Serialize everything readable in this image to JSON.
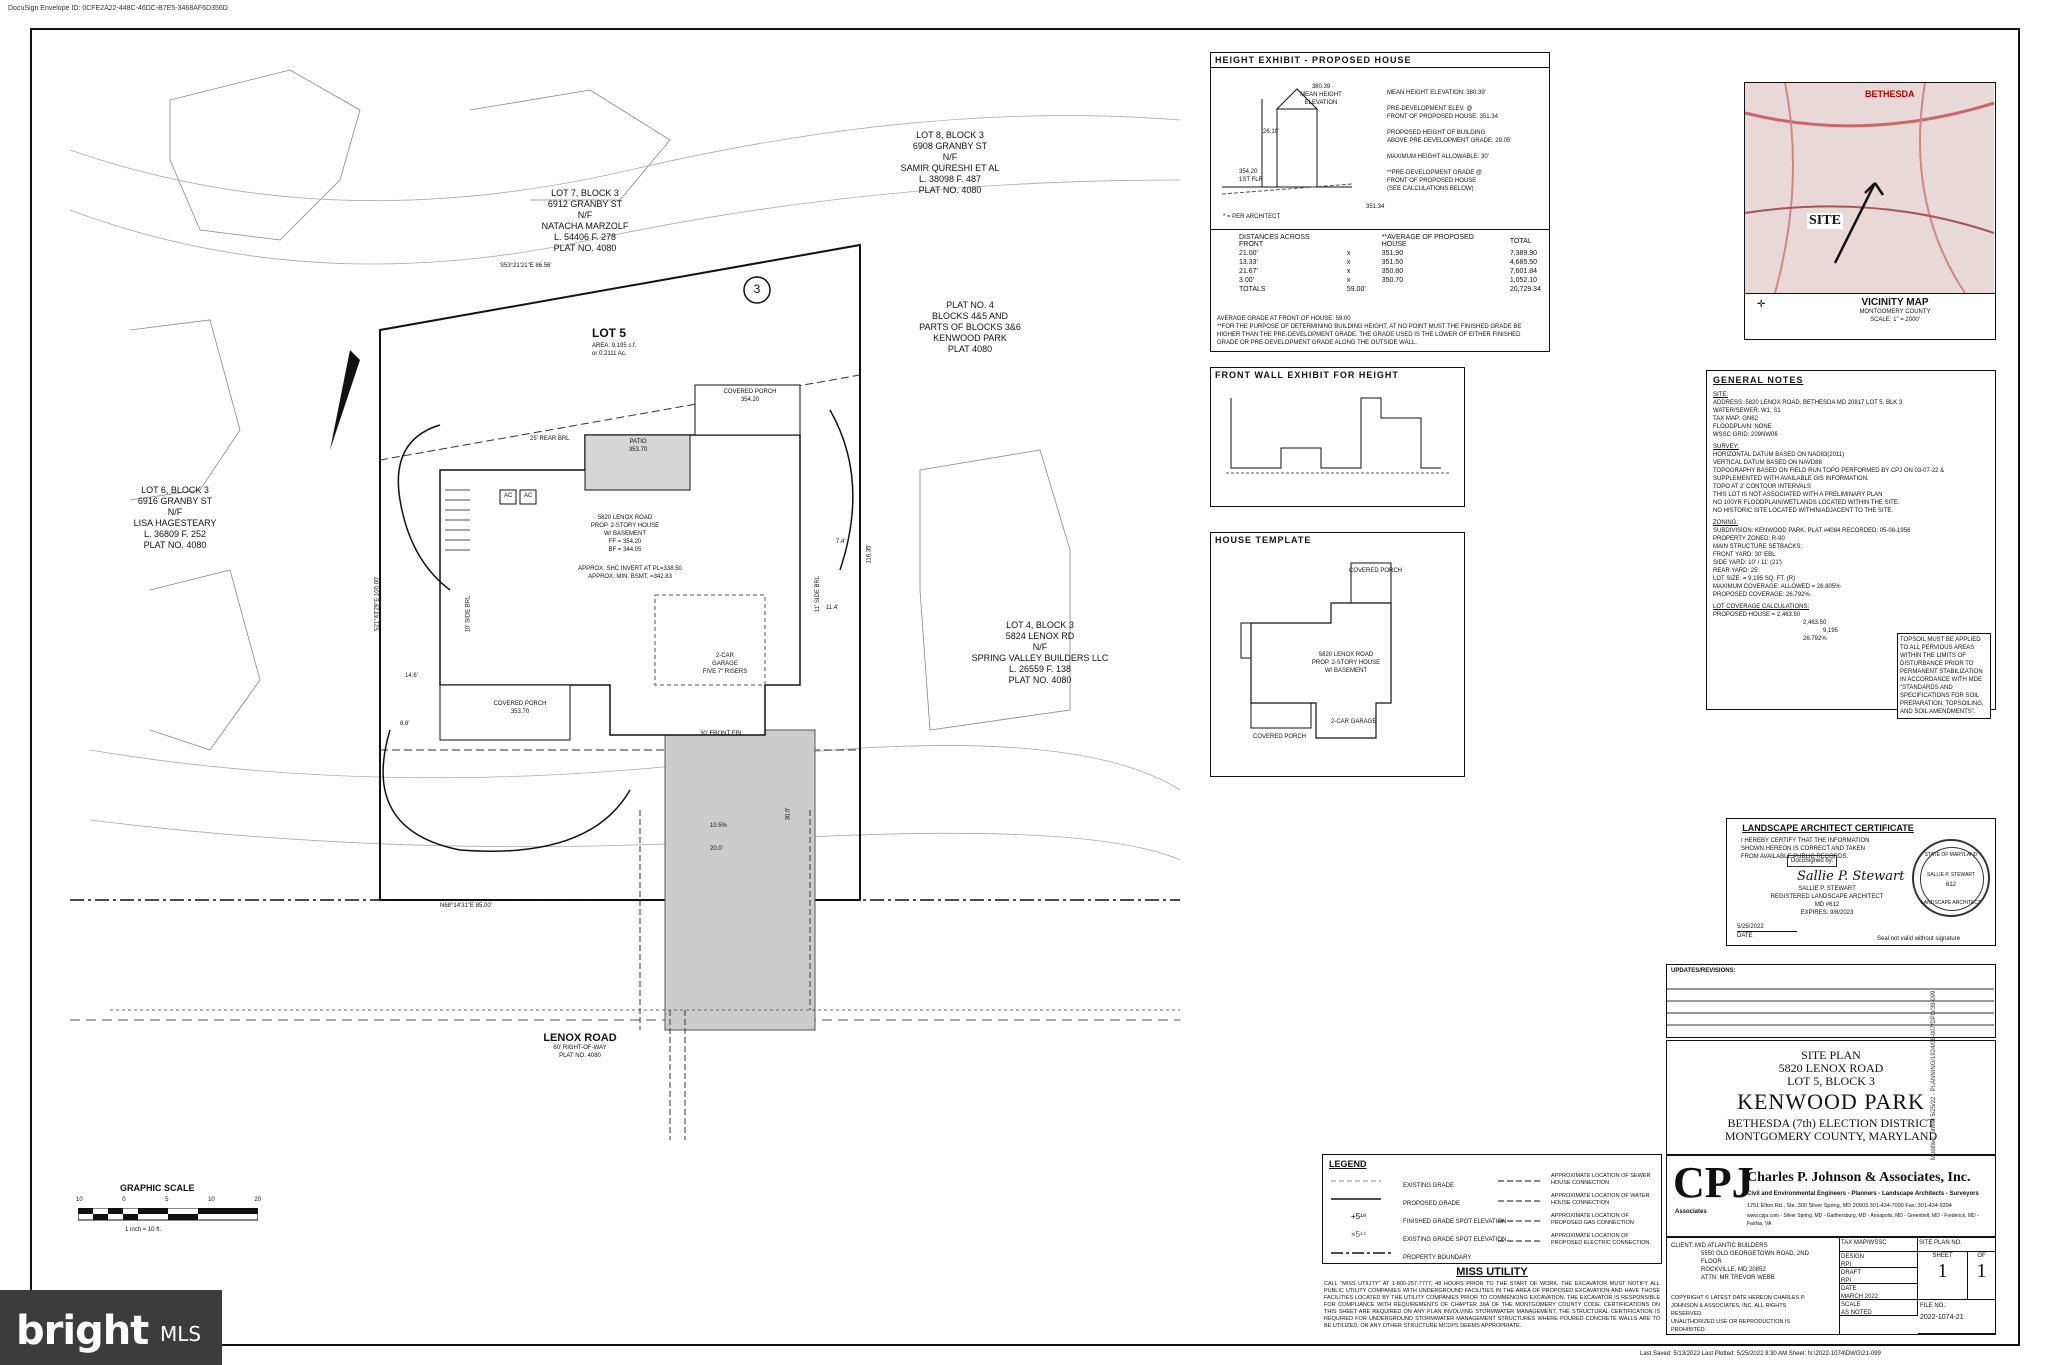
{
  "envelope": "DocuSign Envelope ID: 0CFE2A22-448C-46DC-B7E5-3468AF6D356D",
  "neighbors": {
    "lot8": [
      "LOT 8, BLOCK 3",
      "6908 GRANBY ST",
      "N/F",
      "SAMIR QURESHI ET AL",
      "L. 38098 F. 487",
      "PLAT NO. 4080"
    ],
    "lot7": [
      "LOT 7, BLOCK 3",
      "6912 GRANBY ST",
      "N/F",
      "NATACHA MARZOLF",
      "L. 54406 F. 278",
      "PLAT NO. 4080"
    ],
    "lot6": [
      "LOT 6, BLOCK 3",
      "6916 GRANBY ST",
      "N/F",
      "LISA HAGESTEARY",
      "L. 36809 F. 252",
      "PLAT NO. 4080"
    ],
    "lot4": [
      "LOT 4, BLOCK 3",
      "5824 LENOX RD",
      "N/F",
      "SPRING VALLEY BUILDERS LLC",
      "L. 26559 F. 138",
      "PLAT NO. 4080"
    ],
    "plat": [
      "PLAT NO. 4",
      "BLOCKS 4&5 AND",
      "PARTS OF BLOCKS 3&6",
      "KENWOOD PARK",
      "PLAT 4080"
    ],
    "circle": "3"
  },
  "site": {
    "lot_title": "LOT 5",
    "lot_area": [
      "AREA: 9,195 s.f.",
      "or 0.2111 Ac."
    ],
    "house": [
      "5820 LENOX ROAD",
      "PROP. 2-STORY HOUSE",
      "W/ BASEMENT",
      "FF = 354.20",
      "BF = 344.05"
    ],
    "invert": [
      "APPROX. SHC INVERT AT PL=338.50",
      "APPROX. MIN. BSMT. =342.83"
    ],
    "garage": [
      "2-CAR",
      "GARAGE",
      "FIVE 7\" RISERS"
    ],
    "covered_porch_top": [
      "COVERED PORCH",
      "354.20"
    ],
    "covered_porch_bottom": [
      "COVERED PORCH",
      "353.70"
    ],
    "patio": [
      "PATIO",
      "353.70"
    ],
    "rear_brl": "25' REAR BRL",
    "front_ebl": "30' FRONT EBL",
    "side_brl_left": "10' SIDE BRL",
    "side_brl_right": "11' SIDE BRL",
    "bearing_top": "S53°21'21\"E 86.56'",
    "bearing_bottom": "N68°14'31\"E 85.00'",
    "bearing_left": "S21°43'29\"E 100.00'",
    "dims": [
      "14.6'",
      "8.6'",
      "7.4'",
      "11.4'",
      "20.0'",
      "30.0'",
      "10.5%",
      "116.35'"
    ],
    "road": [
      "LENOX ROAD",
      "60' RIGHT-OF-WAY",
      "PLAT NO. 4080"
    ],
    "ac": "AC"
  },
  "graphic_scale": {
    "title": "GRAPHIC SCALE",
    "ticks": [
      "10",
      "0",
      "5",
      "10",
      "20"
    ],
    "note": "1 inch = 10 ft."
  },
  "height_exhibit": {
    "title": "HEIGHT EXHIBIT - PROPOSED HOUSE",
    "labels": [
      "380.39",
      "MEAN HEIGHT",
      "ELEVATION",
      "26.19'",
      "354.20",
      "1ST FLR",
      "351.34",
      "* = PER ARCHITECT"
    ],
    "notes": [
      "MEAN HEIGHT ELEVATION: 380.39'",
      "PRE-DEVELOPMENT ELEV. @",
      "FRONT OF PROPOSED HOUSE: 351.34",
      "PROPOSED HEIGHT OF BUILDING",
      "ABOVE PRE-DEVELOPMENT GRADE: 29.05'",
      "MAXIMUM HEIGHT ALLOWABLE: 30'",
      "**PRE-DEVELOPMENT GRADE @",
      "FRONT OF PROPOSED HOUSE",
      "(SEE CALCULATIONS BELOW)"
    ],
    "table_headers": [
      "DISTANCES ACROSS FRONT",
      "**AVERAGE OF PROPOSED HOUSE",
      "TOTAL"
    ],
    "rows": [
      [
        "21.00'",
        "x",
        "351.90",
        "7,389.90"
      ],
      [
        "13.33'",
        "x",
        "351.50",
        "4,685.50"
      ],
      [
        "21.67'",
        "x",
        "350.80",
        "7,601.84"
      ],
      [
        "3.00'",
        "x",
        "350.70",
        "1,052.10"
      ]
    ],
    "totals": [
      "TOTALS",
      "59.00'",
      "20,729.34"
    ],
    "average": "AVERAGE GRADE AT FRONT OF HOUSE: 59.00",
    "footnote": "**FOR THE PURPOSE OF DETERMINING BUILDING HEIGHT, AT NO POINT MUST THE FINISHED GRADE BE HIGHER THAN THE PRE-DEVELOPMENT GRADE. THE GRADE USED IS THE LOWER OF EITHER FINISHED GRADE OR PRE-DEVELOPMENT GRADE ALONG THE OUTSIDE WALL."
  },
  "front_wall": {
    "title": "FRONT WALL EXHIBIT FOR HEIGHT"
  },
  "house_template": {
    "title": "HOUSE TEMPLATE",
    "labels": [
      "COVERED PORCH",
      "5820 LENOX ROAD",
      "PROP. 2-STORY HOUSE",
      "W/ BASEMENT",
      "2-CAR GARAGE",
      "COVERED PORCH"
    ]
  },
  "vicinity": {
    "title": "VICINITY MAP",
    "county": "MONTGOMERY COUNTY",
    "scale": "SCALE: 1\" = 2000'",
    "site": "SITE",
    "city": "BETHESDA"
  },
  "general_notes": {
    "title": "GENERAL NOTES",
    "site_h": "SITE:",
    "site": [
      "ADDRESS: 5820 LENOX ROAD, BETHESDA MD 20817  LOT 5, BLK 3",
      "WATER/SEWER: W1, S1",
      "TAX MAP: GN62",
      "FLOODPLAIN: NONE",
      "WSSC GRID: 209NW06"
    ],
    "survey_h": "SURVEY:",
    "survey": [
      "HORIZONTAL DATUM BASED ON NAD83(2011)",
      "VERTICAL DATUM BASED ON NAVD88",
      "TOPOGRAPHY BASED ON FIELD RUN TOPO PERFORMED BY CPJ ON 03-07-22 &",
      "SUPPLEMENTED WITH AVAILABLE GIS INFORMATION.",
      "TOPO AT 2' CONTOUR INTERVALS",
      "THIS LOT IS NOT ASSOCIATED WITH A PRELIMINARY PLAN",
      "NO 100YR FLOODPLAIN/WETLANDS LOCATED WITHIN THE SITE.",
      "NO HISTORIC SITE LOCATED WITHIN/ADJACENT TO THE SITE."
    ],
    "zoning_h": "ZONING:",
    "zoning": [
      "SUBDIVISION: KENWOOD PARK, PLAT #4084 RECORDED: 05-08-1956",
      "PROPERTY ZONED:  R-90",
      "MAIN STRUCTURE SETBACKS:",
      "FRONT YARD:  30' EBL",
      "SIDE YARD:  10' / 11' (21')",
      "REAR YARD:  25'",
      "LOT SIZE:  = 9,195 SQ. FT. (R)",
      "MAXIMUM COVERAGE: ALLOWED = 26.805%",
      "PROPOSED COVERAGE:  26.792%"
    ],
    "coverage_h": "LOT COVERAGE CALCULATIONS:",
    "coverage": [
      "PROPOSED HOUSE  =  2,463.50",
      "2,463.50",
      "9,195",
      "26.792%"
    ],
    "topsoil": "TOPSOIL MUST BE APPLIED TO ALL PERVIOUS AREAS WITHIN THE LIMITS OF DISTURBANCE PRIOR TO PERMANENT STABILIZATION IN ACCORDANCE WITH MDE \"STANDARDS AND SPECIFICATIONS FOR SOIL PREPARATION, TOPSOILING, AND SOIL AMENDMENTS\"."
  },
  "landscape": {
    "title": "LANDSCAPE ARCHITECT CERTIFICATE",
    "lines": [
      "I HEREBY CERTIFY THAT THE INFORMATION",
      "SHOWN HEREON IS CORRECT AND TAKEN",
      "FROM AVAILABLE PUBLIC RECORDS."
    ],
    "docusigned": "DocuSigned by:",
    "name": "SALLIE P. STEWART",
    "reg": "REGISTERED LANDSCAPE ARCHITECT",
    "md": "MD #612",
    "expires": "EXPIRES: 9/8/2023",
    "date": "5/25/2022",
    "date_label": "DATE",
    "seal_note": "Seal not valid without signature",
    "seal": [
      "STATE OF MARYLAND",
      "SALLIE P. STEWART",
      "612",
      "LANDSCAPE ARCHITECT"
    ]
  },
  "updates": {
    "title": "UPDATES/REVISIONS:"
  },
  "title_block": {
    "lines": [
      "SITE PLAN",
      "5820 LENOX ROAD",
      "LOT 5, BLOCK 3"
    ],
    "name": "KENWOOD PARK",
    "district": [
      "BETHESDA (7th) ELECTION DISTRICT",
      "MONTGOMERY COUNTY, MARYLAND"
    ]
  },
  "cpj": {
    "logo": "CPJ",
    "assoc": "Associates",
    "company": "Charles P. Johnson & Associates, Inc.",
    "services": "Civil and Environmental Engineers - Planners - Landscape Architects - Surveyors",
    "address": "1751 Elton Rd., Ste. 300 Silver Spring, MD 20903  301-434-7000  Fax: 301-434-9394",
    "offices": "www.cpja.com - Silver Spring, MD - Gaithersburg, MD - Annapolis, MD - Greenbelt, MD - Frederick, MD - Fairfax, VA"
  },
  "client": {
    "label": "CLIENT:",
    "lines": [
      "MID ATLANTIC BUILDERS",
      "5550 OLD GEORGETOWN ROAD, 2ND FLOOR",
      "ROCKVILLE, MD 20852",
      "ATTN: MR TREVOR WEBB"
    ],
    "copyright": [
      "COPYRIGHT © LATEST DATE HEREON CHARLES P.",
      "JOHNSON & ASSOCIATES, INC. ALL RIGHTS RESERVED.",
      "UNAUTHORIZED USE OR REPRODUCTION IS",
      "PROHIBITED."
    ]
  },
  "sheet_info": {
    "tax_map": "TAX MAP/WSSC",
    "site_plan_no": "SITE PLAN NO.",
    "design": "DESIGN",
    "design_v": "RPI",
    "draft": "DRAFT",
    "draft_v": "RPI",
    "date": "DATE",
    "date_v": "MARCH 2022",
    "scale": "SCALE",
    "scale_v": "AS NOTED",
    "sheet": "SHEET",
    "sheet_v": "1",
    "of": "OF",
    "of_v": "1",
    "file": "FILE NO.:",
    "file_v": "2022-1074-21"
  },
  "legend": {
    "title": "LEGEND",
    "left": [
      "EXISTING GRADE",
      "PROPOSED GRADE",
      "FINISHED GRADE SPOT ELEVATION",
      "EXISTING GRADE SPOT ELEVATION",
      "PROPERTY BOUNDARY"
    ],
    "right": [
      "APPROXIMATE LOCATION OF SEWER HOUSE CONNECTION",
      "APPROXIMATE LOCATION OF WATER HOUSE CONNECTION",
      "APPROXIMATE LOCATION OF PROPOSED GAS CONNECTION",
      "APPROXIMATE LOCATION OF PROPOSED ELECTRIC CONNECTION"
    ]
  },
  "miss_utility": {
    "title": "MISS UTILITY",
    "text": "CALL \"MISS UTILITY\" AT 1-800-257-7777, 48 HOURS PRIOR TO THE START OF WORK. THE EXCAVATOR MUST NOTIFY ALL PUBLIC UTILITY COMPANIES WITH UNDERGROUND FACILITIES IN THE AREA OF PROPOSED EXCAVATION AND HAVE THOSE FACILITIES LOCATED BY THE UTILITY COMPANIES PRIOR TO COMMENCING EXCAVATION. THE EXCAVATOR IS RESPONSIBLE FOR COMPLIANCE WITH REQUIREMENTS OF CHAPTER 36A OF THE MONTGOMERY COUNTY CODE. CERTIFICATIONS ON THIS SHEET ARE REQUIRED ON ANY PLAN INVOLVING STORMWATER MANAGEMENT. THE STRUCTURAL CERTIFICATION IS REQUIRED FOR UNDERGROUND STORMWATER MANAGEMENT STRUCTURES WHERE POURED CONCRETE WALLS ARE TO BE UTILIZED, OR ANY OTHER STRUCTURE MCDPS DEEMS APPROPRIATE."
  },
  "footer": "Last Saved: 5/13/2022   Last Plotted: 5/25/2022  8:30 AM   Sheet: N:\\2022-1074\\DWG\\21-099",
  "side_path": "Modified: Sheet 5/25/22 - PLANNING/1924/06-007/DPD/39-099",
  "watermark": {
    "brand": "bright",
    "suffix": "MLS"
  }
}
